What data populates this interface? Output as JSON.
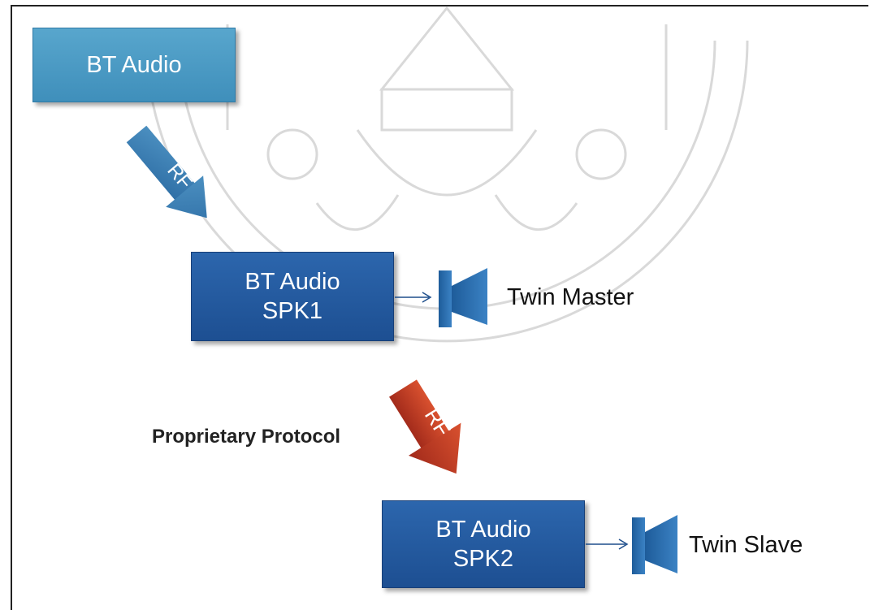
{
  "source_box": {
    "label": "BT Audio"
  },
  "spk1_box": {
    "line1": "BT Audio",
    "line2": "SPK1"
  },
  "spk2_box": {
    "line1": "BT Audio",
    "line2": "SPK2"
  },
  "master_label": "Twin Master",
  "slave_label": "Twin Slave",
  "protocol_label": "Proprietary Protocol",
  "rf_label_top": "RF",
  "rf_label_bottom": "RF",
  "colors": {
    "source_box": "#4a98c4",
    "speaker_box": "#245aa0",
    "rf_blue_arrow": "#3b7fb3",
    "rf_red_arrow": "#c0392b",
    "speaker_icon": "#2b6fb0"
  }
}
